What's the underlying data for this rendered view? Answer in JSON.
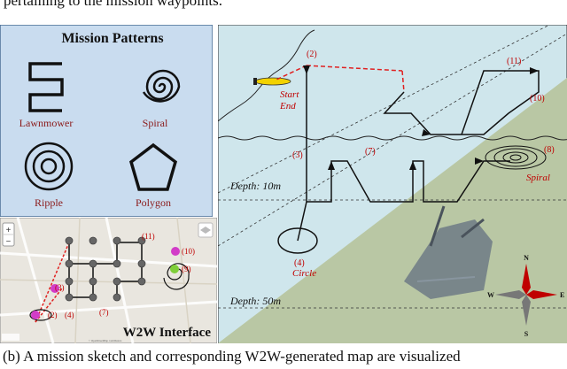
{
  "page": {
    "top_text": "pertaining to the mission waypoints.",
    "bottom_text": "(b) A mission sketch and corresponding W2W-generated map are visualized"
  },
  "patterns_panel": {
    "title": "Mission Patterns",
    "patterns": [
      {
        "label": "Lawnmower",
        "icon": "lawnmower-icon"
      },
      {
        "label": "Spiral",
        "icon": "spiral-icon"
      },
      {
        "label": "Ripple",
        "icon": "ripple-icon"
      },
      {
        "label": "Polygon",
        "icon": "polygon-icon"
      }
    ],
    "label_color": "#8b1a1a"
  },
  "w2w_panel": {
    "title": "W2W Interface",
    "zoom_in": "+",
    "zoom_out": "−",
    "waypoint_labels": {
      "w11": "(11)",
      "w10": "(10)",
      "w9": "(9)",
      "w7": "(7)",
      "w3": "(3)",
      "w2": "(2)",
      "w4": "(4)"
    },
    "attribution": "© OpenStreetMap contributors"
  },
  "map_panel": {
    "labels": {
      "w2": "(2)",
      "w3": "(3)",
      "w7": "(7)",
      "w11": "(11)",
      "w10": "(10)",
      "w8": "(8)",
      "w4": "(4)"
    },
    "start_end": "Start\nEnd",
    "circle_label": "Circle",
    "spiral_label": "Spiral",
    "depth_10": "Depth: 10m",
    "depth_50": "Depth: 50m",
    "compass": {
      "n": "N",
      "s": "S",
      "e": "E",
      "w": "W"
    },
    "colors": {
      "water": "#cfe6ec",
      "sea_floor": "#b9c7a4",
      "waypoint_label": "#c00000",
      "path": "#000000",
      "dashed": "#e02020"
    }
  }
}
